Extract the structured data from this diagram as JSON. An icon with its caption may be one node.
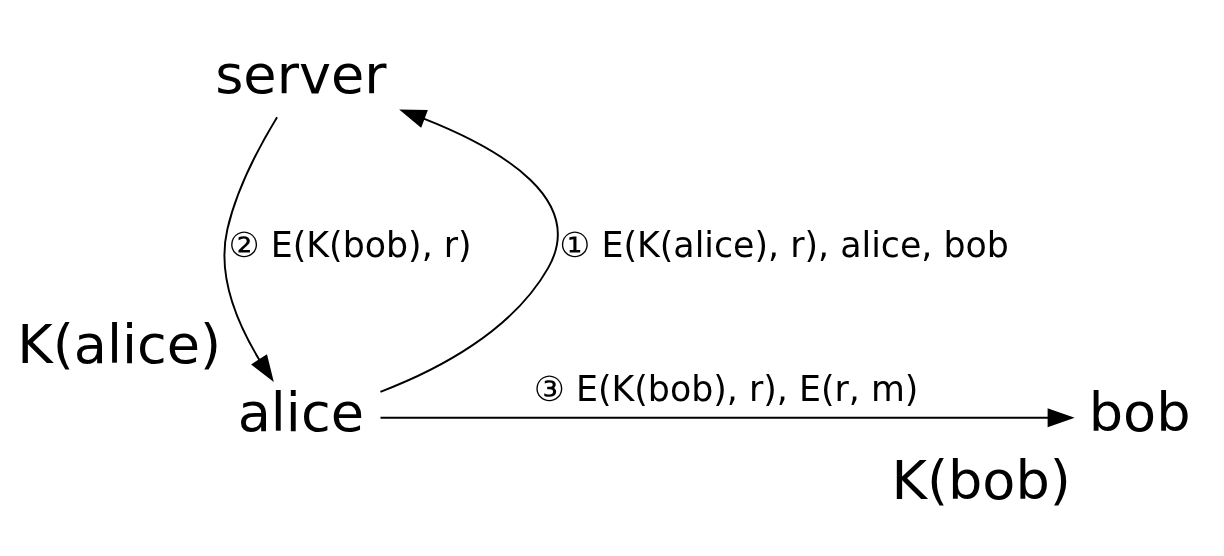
{
  "diagram": {
    "nodes": [
      {
        "text": [
          "server"
        ]
      },
      {
        "text": [
          "alice"
        ],
        "beside": [
          "K(alice)"
        ]
      },
      {
        "text": [
          "bob"
        ],
        "beside": [
          "K(bob)"
        ]
      }
    ],
    "edges": [
      {
        "from": 1,
        "to": 0,
        "arrow": "to",
        "label": "① E(K(alice), r), alice, bob"
      },
      {
        "from": 0,
        "to": 1,
        "arrow": "to",
        "label": "② E(K(bob), r)"
      },
      {
        "from": 1,
        "to": 2,
        "arrow": "to",
        "label": "③ E(K(bob), r), E(r, m)"
      }
    ]
  }
}
